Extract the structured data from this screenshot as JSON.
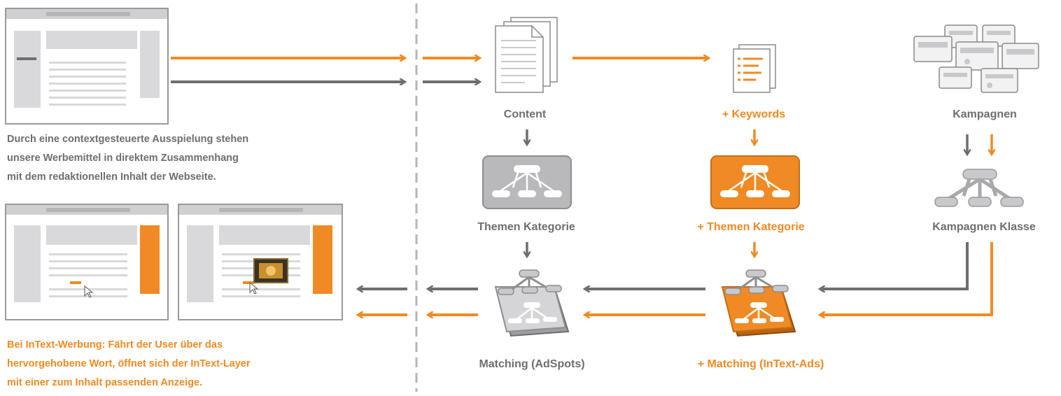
{
  "intro_text": [
    "Durch eine contextgesteuerte Ausspielung stehen",
    "unsere Werbemittel in direktem Zusammenhang",
    "mit dem redaktionellen Inhalt der Webseite."
  ],
  "intext_text": [
    "Bei InText-Werbung: Fährt der User über das",
    "hervorgehobene Wort, öffnet sich der InText-Layer",
    "mit einer zum Inhalt passenden Anzeige."
  ],
  "labels": {
    "content": "Content",
    "keywords": "+ Keywords",
    "kampagnen": "Kampagnen",
    "themen_kategorie": "Themen Kategorie",
    "themen_kategorie_plus": "+ Themen Kategorie",
    "kampagnen_klasse": "Kampagnen Klasse",
    "matching_adspots": "Matching (AdSpots)",
    "matching_intext": "+ Matching (InText-Ads)"
  },
  "colors": {
    "orange": "#f08a24",
    "grey": "#6e6e70",
    "light_grey": "#c9c9cb"
  },
  "icons": [
    "browser-window-icon",
    "document-stack-icon",
    "keyword-list-icon",
    "campaign-cards-icon",
    "hierarchy-tree-icon",
    "matching-tree-icon",
    "cursor-icon"
  ]
}
